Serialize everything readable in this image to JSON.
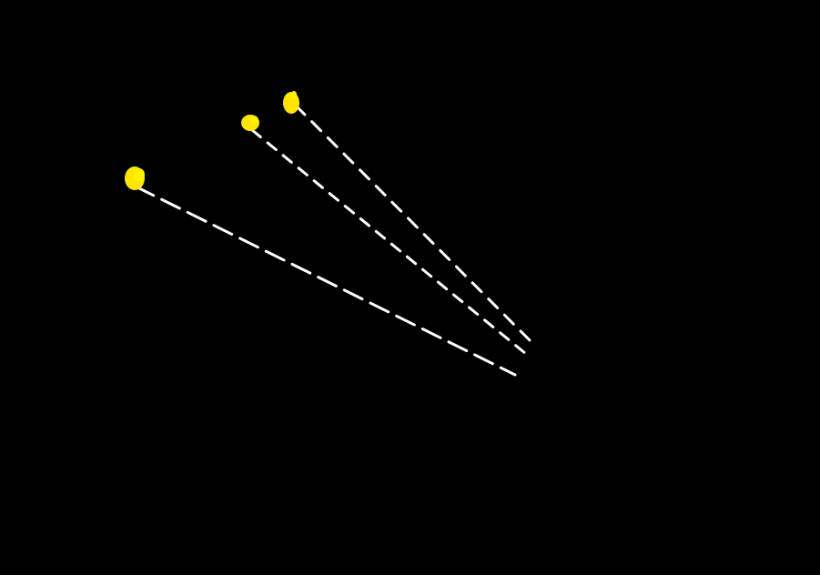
{
  "canvas": {
    "background": "#000000"
  },
  "style": {
    "point_color": "#ffe600",
    "line_color": "#ffffff"
  },
  "points": [
    {
      "name": "yellow-point-left"
    },
    {
      "name": "yellow-point-middle"
    },
    {
      "name": "yellow-point-right"
    }
  ]
}
